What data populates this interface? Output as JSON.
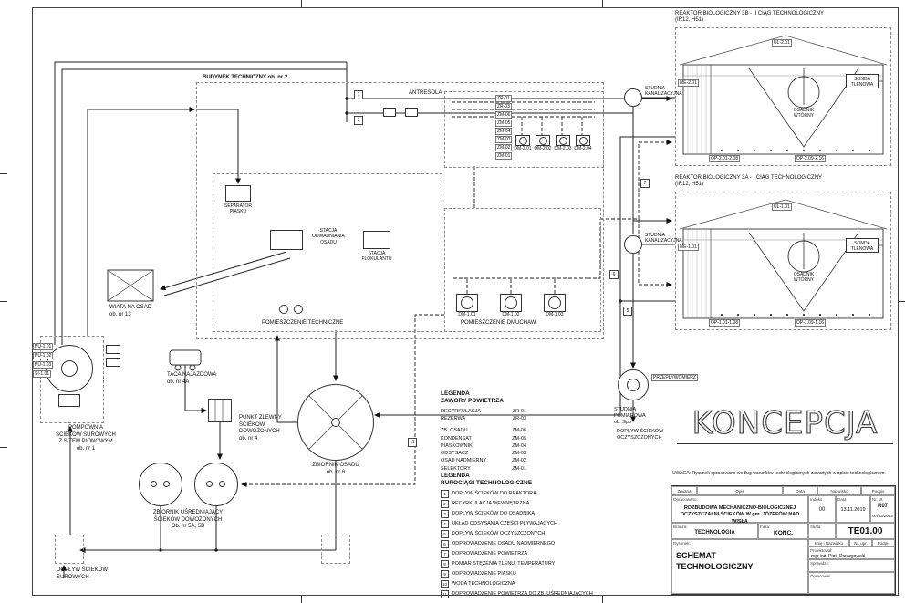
{
  "page": {
    "concept_title": "KONCEPCJA",
    "note": "UWAGA: Rysunek opracowano według warunków technologicznych zawartych w opisie technologicznym"
  },
  "areas": {
    "budynek": "BUDYNEK TECHNICZNY ob. nr 2",
    "antresola": "ANTRESOLA",
    "pom_techniczne": "POMIESZCZENIE TECHNICZNE",
    "pom_dmuchaw": "POMIESZCZENIE DMUCHAW"
  },
  "reactors": {
    "r3b": {
      "title": "REAKTOR BIOLOGICZNY 3B - II CIĄG TECHNOLOGICZNY",
      "subtitle": "(IR12, H51)",
      "clarifier": "OSADNIK\nWTÓRNY",
      "probe": "SONDA\nTLENOWA",
      "tag_top": "UL-2.01",
      "tag_mixer": "ME-2.01",
      "tag_bottom_1": "OP-2.01-2.08",
      "tag_bottom_2": "OP-2.09-2.16"
    },
    "r3a": {
      "title": "REAKTOR BIOLOGICZNY 3A - I CIĄG TECHNOLOGICZNY",
      "subtitle": "(IR12, H51)",
      "clarifier": "OSADNIK\nWTÓRNY",
      "probe": "SONDA\nTLENOWA",
      "tag_top": "UL-1.01",
      "tag_mixer": "ME-1.01",
      "tag_bottom_1": "OP-1.01-1.08",
      "tag_bottom_2": "OP-1.09-1.16"
    }
  },
  "nodes": {
    "studnia_kanalizacyjna": "STUDNIA\nKANALIZACYJNA",
    "studnia_pomiarowa": "STUDNIA\nPOMIAROWA\nob. Spo",
    "przeplywomierz": "PRZEPŁYWOMIERZ",
    "doplyw_oczyszczonych": "DOPŁYW ŚCIEKÓW\nOCZYSZCZONYCH",
    "doplyw_surowych": "DOPŁYW ŚCIEKÓW\nSUROWYCH",
    "wiata": "WIATA NA OSAD\nob. nr 13",
    "pompownia": "POMPOWNIA\nŚCIEKÓW SUROWYCH\nZ SITEM PIONOWYM\nob. nr 1",
    "taca": "TACA NAJAZDOWA\nob. nr 4A",
    "punkt_zlewny": "PUNKT ZLEWNY\nŚCIEKÓW\nDOWOŻONYCH\nob. nr 4",
    "zbiornik_osadu": "ZBIORNIK OSADU\nob. nr 6",
    "zbiorniki_usredniajace": "ZBIORNIK UŚREDNIAJĄCY\nŚCIEKÓW DOWOŻONYCH\nOb. nr 5A, 5B"
  },
  "equipment": {
    "blowers_bottom": [
      "DM-1.01",
      "DM-1.02",
      "DM-1.03"
    ],
    "blowers_top": [
      "DM-2.01",
      "DM-2.02",
      "DM-2.03",
      "DM-2.04"
    ],
    "pump_tags": [
      "PU-1.01",
      "PU-1.02",
      "PU-1.03",
      "SI-1.01"
    ],
    "separator": "SEPARATOR\nPIASKU",
    "odwadnianie": "STACJA\nODWADNIANIA\nOSADU",
    "flokulant": "STACJA\nFLOKULANTU"
  },
  "pipe_tags": [
    "1",
    "2",
    "5",
    "6",
    "7",
    "11"
  ],
  "legend_valves": {
    "heading1": "LEGENDA",
    "heading2": "ZAWORY POWIETRZA",
    "items": [
      {
        "name": "RECYRKULACJA",
        "code": "ZR-01"
      },
      {
        "name": "REZERWA",
        "code": "ZR-03"
      },
      {
        "name": "ZB. OSADU",
        "code": "ZM-06"
      },
      {
        "name": "KONDENSAT",
        "code": "ZM-05"
      },
      {
        "name": "PIASKOWNIK",
        "code": "ZM-04"
      },
      {
        "name": "ODSYSACZ",
        "code": "ZM-03"
      },
      {
        "name": "OSAD NADMIERNY",
        "code": "ZM-02"
      },
      {
        "name": "SELEKTORY",
        "code": "ZM-01"
      }
    ]
  },
  "legend_pipes": {
    "heading1": "LEGENDA",
    "heading2": "RUROCIĄGI TECHNOLOGICZNE",
    "items": [
      {
        "num": "1",
        "text": "DOPŁYW ŚCIEKÓW DO REAKTORA"
      },
      {
        "num": "2",
        "text": "RECYRKULACJA WEWNĘTRZNA"
      },
      {
        "num": "3",
        "text": "DOPŁYW ŚCIEKÓW DO OSADNIKA"
      },
      {
        "num": "4",
        "text": "UKŁAD ODSYSANIA CZĘŚCI PŁYWAJĄCYCH"
      },
      {
        "num": "5",
        "text": "DOPŁYW ŚCIEKÓW OCZYSZCZONYCH"
      },
      {
        "num": "6",
        "text": "ODPROWADZENIE OSADU NADMIERNEGO"
      },
      {
        "num": "7",
        "text": "DOPROWADZENIE POWIETRZA"
      },
      {
        "num": "8",
        "text": "POMIAR STĘŻENIA TLENU, TEMPERATURY"
      },
      {
        "num": "9",
        "text": "ODPROWADZENIE PIASKU"
      },
      {
        "num": "10",
        "text": "WODA TECHNOLOGICZNA"
      },
      {
        "num": "11",
        "text": "DOPROWADZENIE POWIETRZA DO ZB. UŚREDNIAJĄCYCH"
      }
    ]
  },
  "titleblock": {
    "header_cols": [
      "Zmiana",
      "Opis",
      "Data",
      "Nazwisko",
      "Podpis"
    ],
    "opracowano_label": "Opracowano:",
    "project": "ROZBUDOWA MECHANICZNO-BIOLOGICZNEJ\nOCZYSZCZALNI ŚCIEKÓW W gm. JÓZEFÓW NAD WISŁĄ",
    "index_label": "Indeks",
    "index_value": "00",
    "date_label": "Data",
    "date_value": "13.11.2019",
    "rev_label": "Nr. W.",
    "rev_value": "R07",
    "archive_no": "07/43/2019",
    "branza_label": "Branża:",
    "branza_value": "TECHNOLOGIA",
    "faza_label": "Faza:",
    "faza_value": "KONC.",
    "skala_label": "Skala:",
    "drawing_no": "TE01.00",
    "rysunek_label": "Rysunek:",
    "drawing_title": "SCHEMAT\nTECHNOLOGICZNY",
    "name_col": "Imię i Nazwisko",
    "upr_col": "Nr. upr.",
    "podpis_col": "Podpis",
    "projektowal_label": "Projektował:",
    "sprawdzil_label": "Sprawdził:",
    "opracowal_label": "Opracował:",
    "designer": "mgr inż. Piotr Drzazgowski"
  }
}
